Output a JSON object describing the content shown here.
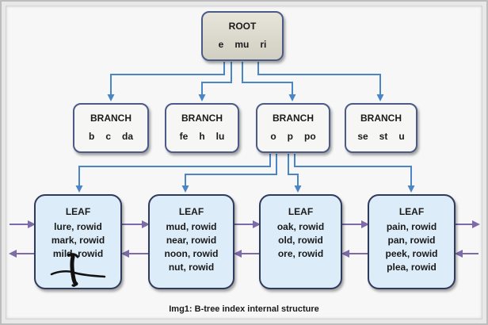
{
  "root": {
    "title": "ROOT",
    "keys": [
      "e",
      "mu",
      "ri"
    ]
  },
  "branches": [
    {
      "title": "BRANCH",
      "keys": [
        "b",
        "c",
        "da"
      ]
    },
    {
      "title": "BRANCH",
      "keys": [
        "fe",
        "h",
        "lu"
      ]
    },
    {
      "title": "BRANCH",
      "keys": [
        "o",
        "p",
        "po"
      ]
    },
    {
      "title": "BRANCH",
      "keys": [
        "se",
        "st",
        "u"
      ]
    }
  ],
  "leaves": [
    {
      "title": "LEAF",
      "entries": [
        "lure, rowid",
        "mark, rowid",
        "mild, rowid"
      ]
    },
    {
      "title": "LEAF",
      "entries": [
        "mud, rowid",
        "near, rowid",
        "noon, rowid",
        "nut, rowid"
      ]
    },
    {
      "title": "LEAF",
      "entries": [
        "oak, rowid",
        "old, rowid",
        "ore, rowid"
      ]
    },
    {
      "title": "LEAF",
      "entries": [
        "pain, rowid",
        "pan, rowid",
        "peek, rowid",
        "plea, rowid"
      ]
    }
  ],
  "caption": "Img1: B-tree index internal structure",
  "colors": {
    "tree_connector": "#4a86c6",
    "leaf_link_arrow": "#7e6aa8",
    "leaf_fill": "#dcecf8",
    "branch_fill": "#f6f6f4",
    "root_fill": "#dcdacd",
    "node_border": "#4b5a86"
  }
}
